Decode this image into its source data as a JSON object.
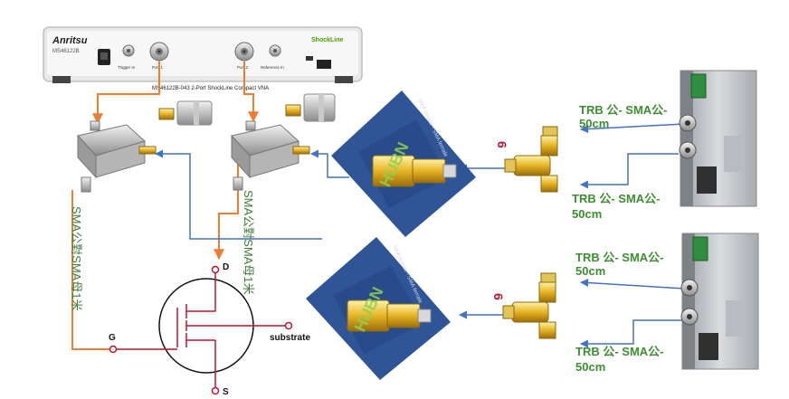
{
  "instrument": {
    "brand": "Anritsu",
    "model": "MS46122B",
    "subtitle": "MS46122B-043 2-Port ShockLine Compact VNA",
    "brand_right": "ShockLine",
    "port1_label": "Port 1",
    "port2_label": "Port 2",
    "trigger_label": "Trigger In",
    "reference_label": "Reference In"
  },
  "cable_left_label": "SMA公對SMA母1米",
  "cable_mid_label": "SMA公對SMA母1米",
  "adapter_brand": "HUBN",
  "adapter_small_text": "SMA female - SMA female",
  "tee_label": "6",
  "trb_labels": {
    "l1a": "TRB 公- SMA公-",
    "l1b": "50cm",
    "l2a": "TRB 公- SMA公-",
    "l2b": "50cm",
    "l3a": "TRB 公- SMA公-",
    "l3b": "50cm",
    "l4a": "TRB 公- SMA公-",
    "l4b": "50cm"
  },
  "mosfet": {
    "d": "D",
    "g": "G",
    "s": "S",
    "substrate": "substrate"
  },
  "colors": {
    "orange": "#ee7d31",
    "blue": "#4472c4",
    "red": "#c0142c",
    "green": "#4e9a06",
    "text_green": "#3e7a3a",
    "trb_green": "#3c8e2f",
    "adapter_bg": "#2f5597"
  }
}
